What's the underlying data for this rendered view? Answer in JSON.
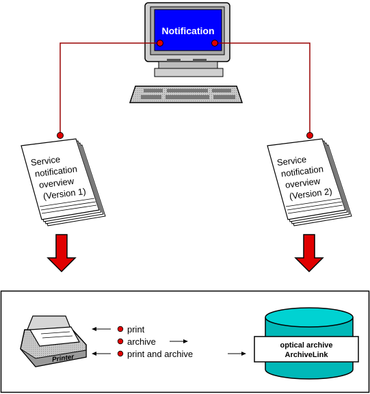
{
  "monitor": {
    "screen_label": "Notification",
    "screen_color": "#0000ff"
  },
  "documents": [
    {
      "lines": [
        "Service",
        "notification",
        "overview",
        "(Version 1)"
      ]
    },
    {
      "lines": [
        "Service",
        "notification",
        "overview",
        "(Version 2)"
      ]
    }
  ],
  "options": {
    "items": [
      "print",
      "archive",
      "print and archive"
    ]
  },
  "printer": {
    "label": "Printer"
  },
  "archive": {
    "line1": "optical archive",
    "line2": "ArchiveLink",
    "color": "#00b8b8"
  },
  "colors": {
    "connector": "#990000",
    "dot": "#e00000",
    "arrow": "#e00000"
  }
}
